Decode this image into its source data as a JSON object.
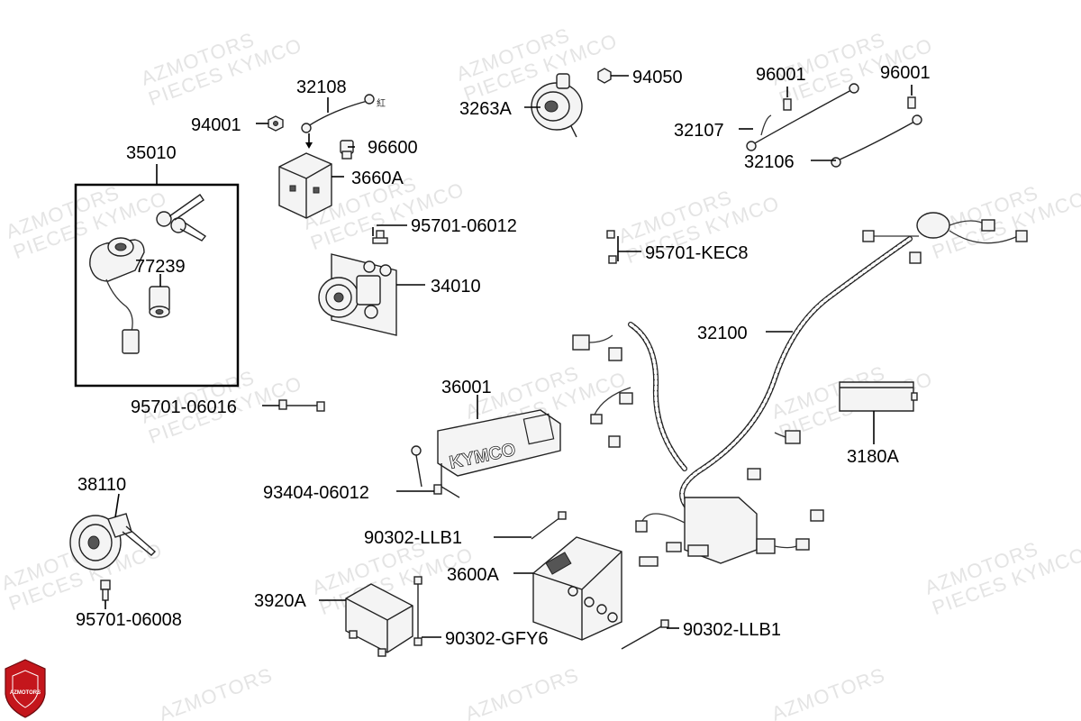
{
  "watermark": {
    "line1": "AZMOTORS",
    "line2": "PIECES KYMCO"
  },
  "logo": {
    "text": "AZMOTORS",
    "color": "#c4161c"
  },
  "box_label": "KYMCO",
  "small_mark": "紅",
  "labels": {
    "p35010": "35010",
    "p32108": "32108",
    "p94001": "94001",
    "p96600": "96600",
    "p3660A": "3660A",
    "p95701_06012": "95701-06012",
    "p34010": "34010",
    "p77239": "77239",
    "p95701_06016": "95701-06016",
    "p3263A": "3263A",
    "p94050": "94050",
    "p96001_a": "96001",
    "p96001_b": "96001",
    "p32107": "32107",
    "p32106": "32106",
    "p95701_KEC8": "95701-KEC8",
    "p32100": "32100",
    "p36001": "36001",
    "p3180A": "3180A",
    "p93404_06012": "93404-06012",
    "p90302_LLB1_a": "90302-LLB1",
    "p3600A": "3600A",
    "p38110": "38110",
    "p3920A": "3920A",
    "p90302_GFY6": "90302-GFY6",
    "p90302_LLB1_b": "90302-LLB1",
    "p95701_06008": "95701-06008"
  }
}
